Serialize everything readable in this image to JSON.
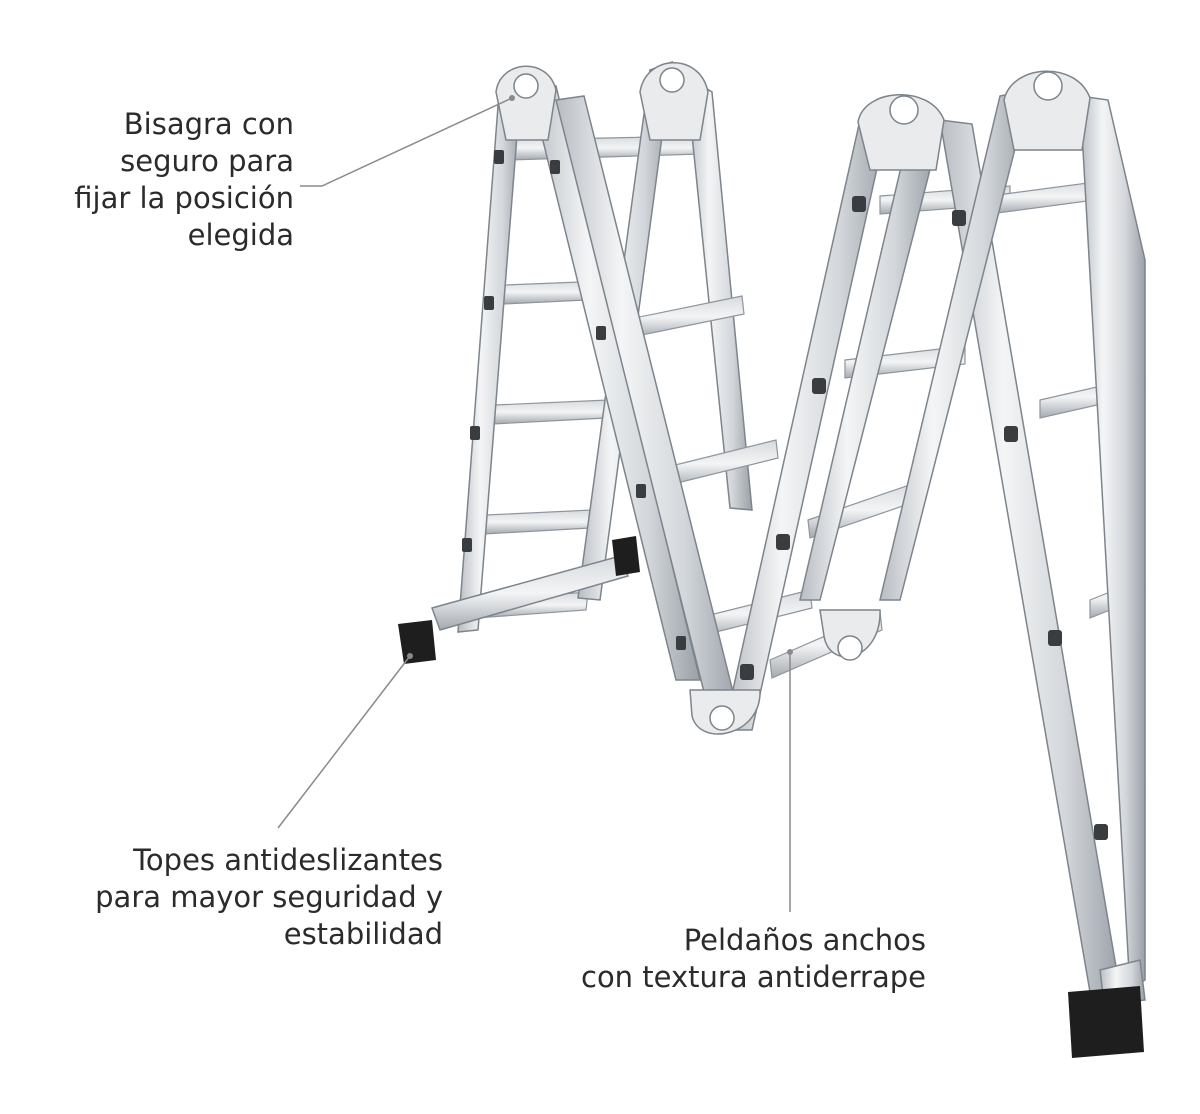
{
  "callouts": {
    "hinge": {
      "lines": [
        "Bisagra con",
        "seguro para",
        "fijar la posición",
        "elegida"
      ]
    },
    "feet": {
      "lines": [
        "Topes antideslizantes",
        "para mayor seguridad y",
        "estabilidad"
      ]
    },
    "steps": {
      "lines": [
        "Peldaños anchos",
        "con textura antiderrape"
      ]
    }
  },
  "colors": {
    "text": "#2b2b2b",
    "leader": "#8a8a8a",
    "aluminum_light": "#eef0f2",
    "aluminum_mid": "#c9cdd2",
    "aluminum_dark": "#8f959c",
    "rubber": "#1e1e1e"
  },
  "icons": {
    "product": "folding-ladder-icon"
  }
}
